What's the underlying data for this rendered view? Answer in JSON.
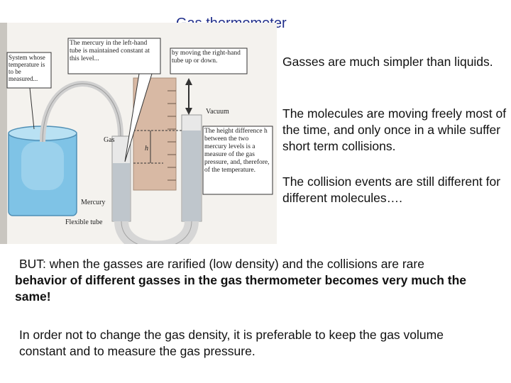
{
  "slide": {
    "title": "Gas thermometer"
  },
  "figure": {
    "callout_system": "System whose temperature is to be measured...",
    "callout_mercury_left": "The mercury in the left-hand tube is maintained constant at this level...",
    "callout_move_right": "by moving the right-hand tube up or down.",
    "label_vacuum": "Vacuum",
    "label_gas": "Gas",
    "label_h": "h",
    "label_height_diff": "The height difference h between the two mercury levels is a measure of the gas pressure, and, therefore, of the temperature.",
    "label_mercury": "Mercury",
    "label_flexible_tube": "Flexible tube"
  },
  "text": {
    "para1": "Gasses are much simpler than liquids.",
    "para2": "The molecules are moving freely most of the time, and only once in a while suffer short term collisions.",
    "para3": "The collision events are still different for different molecules….",
    "but_normal": "BUT: when the gasses are rarified (low density) and the collisions are rare",
    "but_bold": "behavior of different gasses in the gas thermometer becomes very much the same!",
    "para4": "In order not to change the gas density, it is preferable to keep the gas volume constant and to measure the gas pressure."
  }
}
